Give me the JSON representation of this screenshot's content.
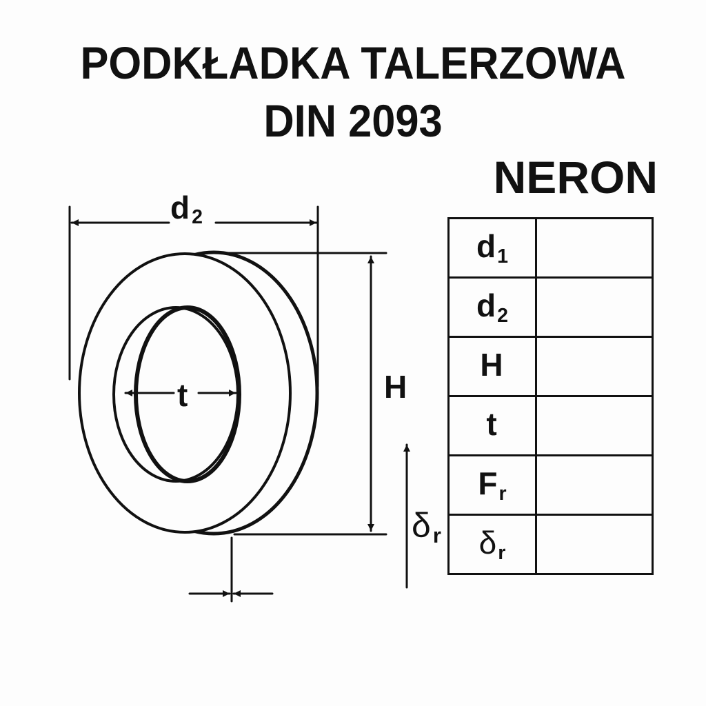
{
  "header": {
    "title_line1": "PODKŁADKA TALERZOWA",
    "title_line2": "DIN 2093",
    "brand": "NERON"
  },
  "drawing": {
    "dimension_labels": {
      "d2": {
        "base": "d",
        "sub": "2"
      },
      "t": {
        "base": "t"
      },
      "H": {
        "base": "H"
      },
      "delta_r": {
        "base": "δ",
        "sub": "r"
      }
    }
  },
  "spec_table": {
    "rows": [
      {
        "symbol": "d",
        "sub": "1",
        "value": ""
      },
      {
        "symbol": "d",
        "sub": "2",
        "value": ""
      },
      {
        "symbol": "H",
        "sub": "",
        "value": ""
      },
      {
        "symbol": "t",
        "sub": "",
        "value": ""
      },
      {
        "symbol": "F",
        "sub": "r",
        "value": ""
      },
      {
        "symbol": "δ",
        "sub": "r",
        "value": ""
      }
    ]
  }
}
